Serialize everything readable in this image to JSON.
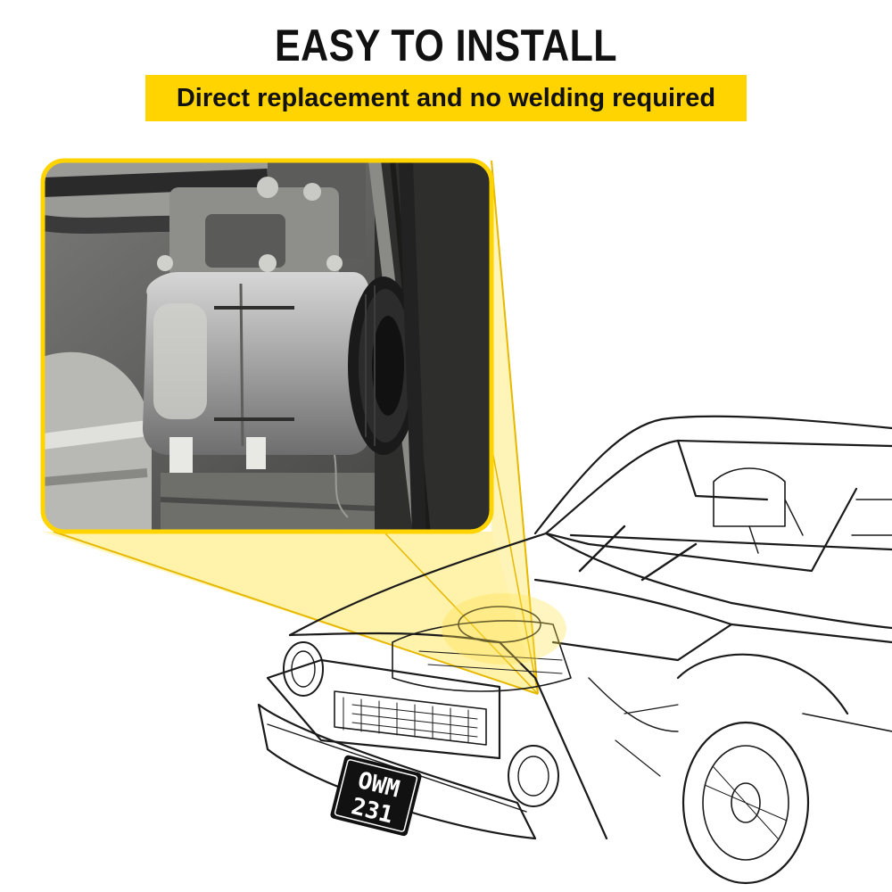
{
  "header": {
    "title": "EASY TO INSTALL",
    "subtitle": "Direct replacement and no welding required"
  },
  "colors": {
    "accent_yellow": "#ffd400",
    "inset_border": "#ffd400",
    "callout_fill": "#fff3a6",
    "title_text": "#111111"
  },
  "illustration": {
    "inset_photo": "ac-compressor-installed-in-engine-bay",
    "car_drawing": "line-drawing-of-car-with-open-hood",
    "license_plate_line1": "OWM",
    "license_plate_line2": "231"
  }
}
